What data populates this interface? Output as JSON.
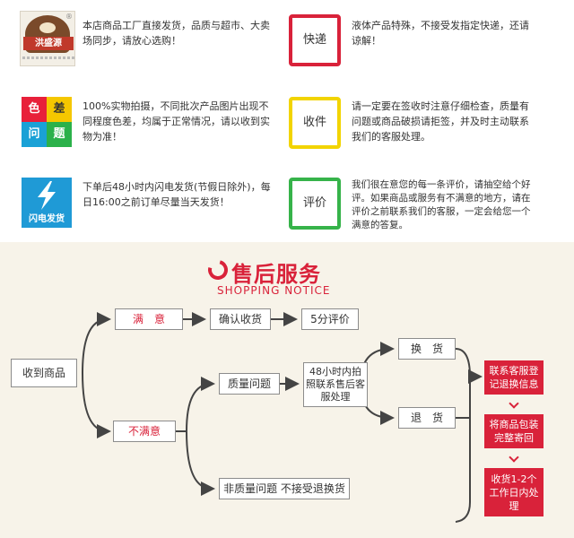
{
  "notices": {
    "factory": {
      "logo_text": "洪盛源",
      "text": "本店商品工厂直接发货，品质与超市、大卖场同步，请放心选购！"
    },
    "express": {
      "label": "快递",
      "text": "液体产品特殊，不接受发指定快递，还请谅解！"
    },
    "color": {
      "grid": [
        "色",
        "差",
        "问",
        "题"
      ],
      "text": "100%实物拍摄，不同批次产品图片出现不同程度色差，均属于正常情况，请以收到实物为准！"
    },
    "receipt": {
      "label": "收件",
      "text": "请一定要在签收时注意仔细检查，质量有问题或商品破损请拒签，并及时主动联系我们的客服处理。"
    },
    "shipping": {
      "label": "闪电发货",
      "text": "下单后48小时内闪电发货(节假日除外)，每日16:00之前订单尽量当天发货！"
    },
    "review": {
      "label": "评价",
      "text": "我们很在意您的每一条评价，请抽空给个好评。如果商品或服务有不满意的地方，请在评价之前联系我们的客服，一定会给您一个满意的答复。"
    }
  },
  "service": {
    "title": "售后服务",
    "subtitle": "SHOPPING NOTICE",
    "flow": {
      "received": "收到商品",
      "satisfied": "满　意",
      "confirm": "确认收货",
      "rate": "5分评价",
      "unsatisfied": "不满意",
      "quality": "质量问题",
      "non_quality": "非质量问题 不接受退换货",
      "contact_48h": "48小时内拍照联系售后客服处理",
      "exchange": "换　货",
      "return": "退　货",
      "step1": "联系客服登记退换信息",
      "step2": "将商品包装完整寄回",
      "step3": "收货1-2个工作日内处理"
    }
  },
  "colors": {
    "accent_red": "#d9223a",
    "yellow": "#f2d400",
    "green": "#36b34a",
    "blue": "#1f9ad6",
    "flow_bg": "#f7f3e9"
  }
}
